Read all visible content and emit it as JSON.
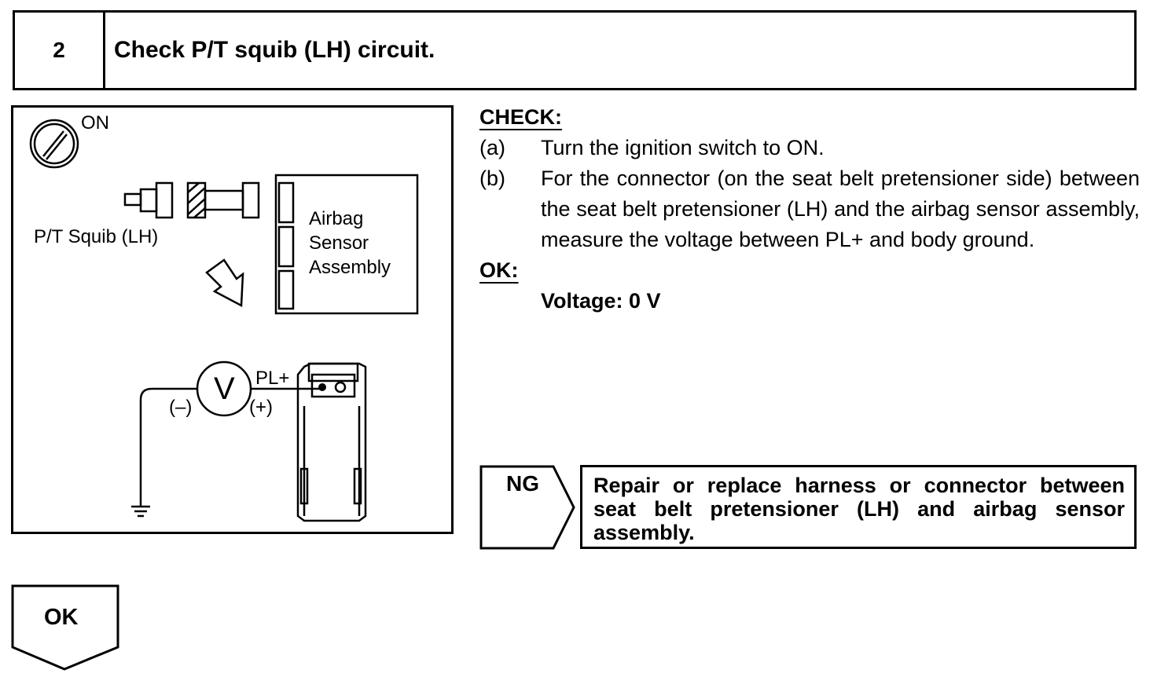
{
  "header": {
    "step_number": "2",
    "title": "Check P/T squib (LH) circuit."
  },
  "diagram": {
    "switch_label": "ON",
    "squib_label": "P/T Squib (LH)",
    "sensor_label_line1": "Airbag",
    "sensor_label_line2": "Sensor",
    "sensor_label_line3": "Assembly",
    "meter_symbol": "V",
    "terminal_label": "PL+",
    "negative_label": "(–)",
    "positive_label": "(+)"
  },
  "check": {
    "heading": "CHECK:",
    "steps": [
      {
        "letter": "(a)",
        "text": "Turn the ignition switch to ON."
      },
      {
        "letter": "(b)",
        "text": "For the connector (on the seat belt pretensioner side) between the seat belt pretensioner (LH) and the airbag sensor assembly, measure the voltage between PL+ and body ground."
      }
    ],
    "ok_heading": "OK:",
    "ok_value": "Voltage: 0 V"
  },
  "ng": {
    "label": "NG",
    "action": "Repair or replace harness or connector between seat belt pretensioner (LH) and airbag sensor assembly."
  },
  "ok_result": {
    "label": "OK"
  }
}
